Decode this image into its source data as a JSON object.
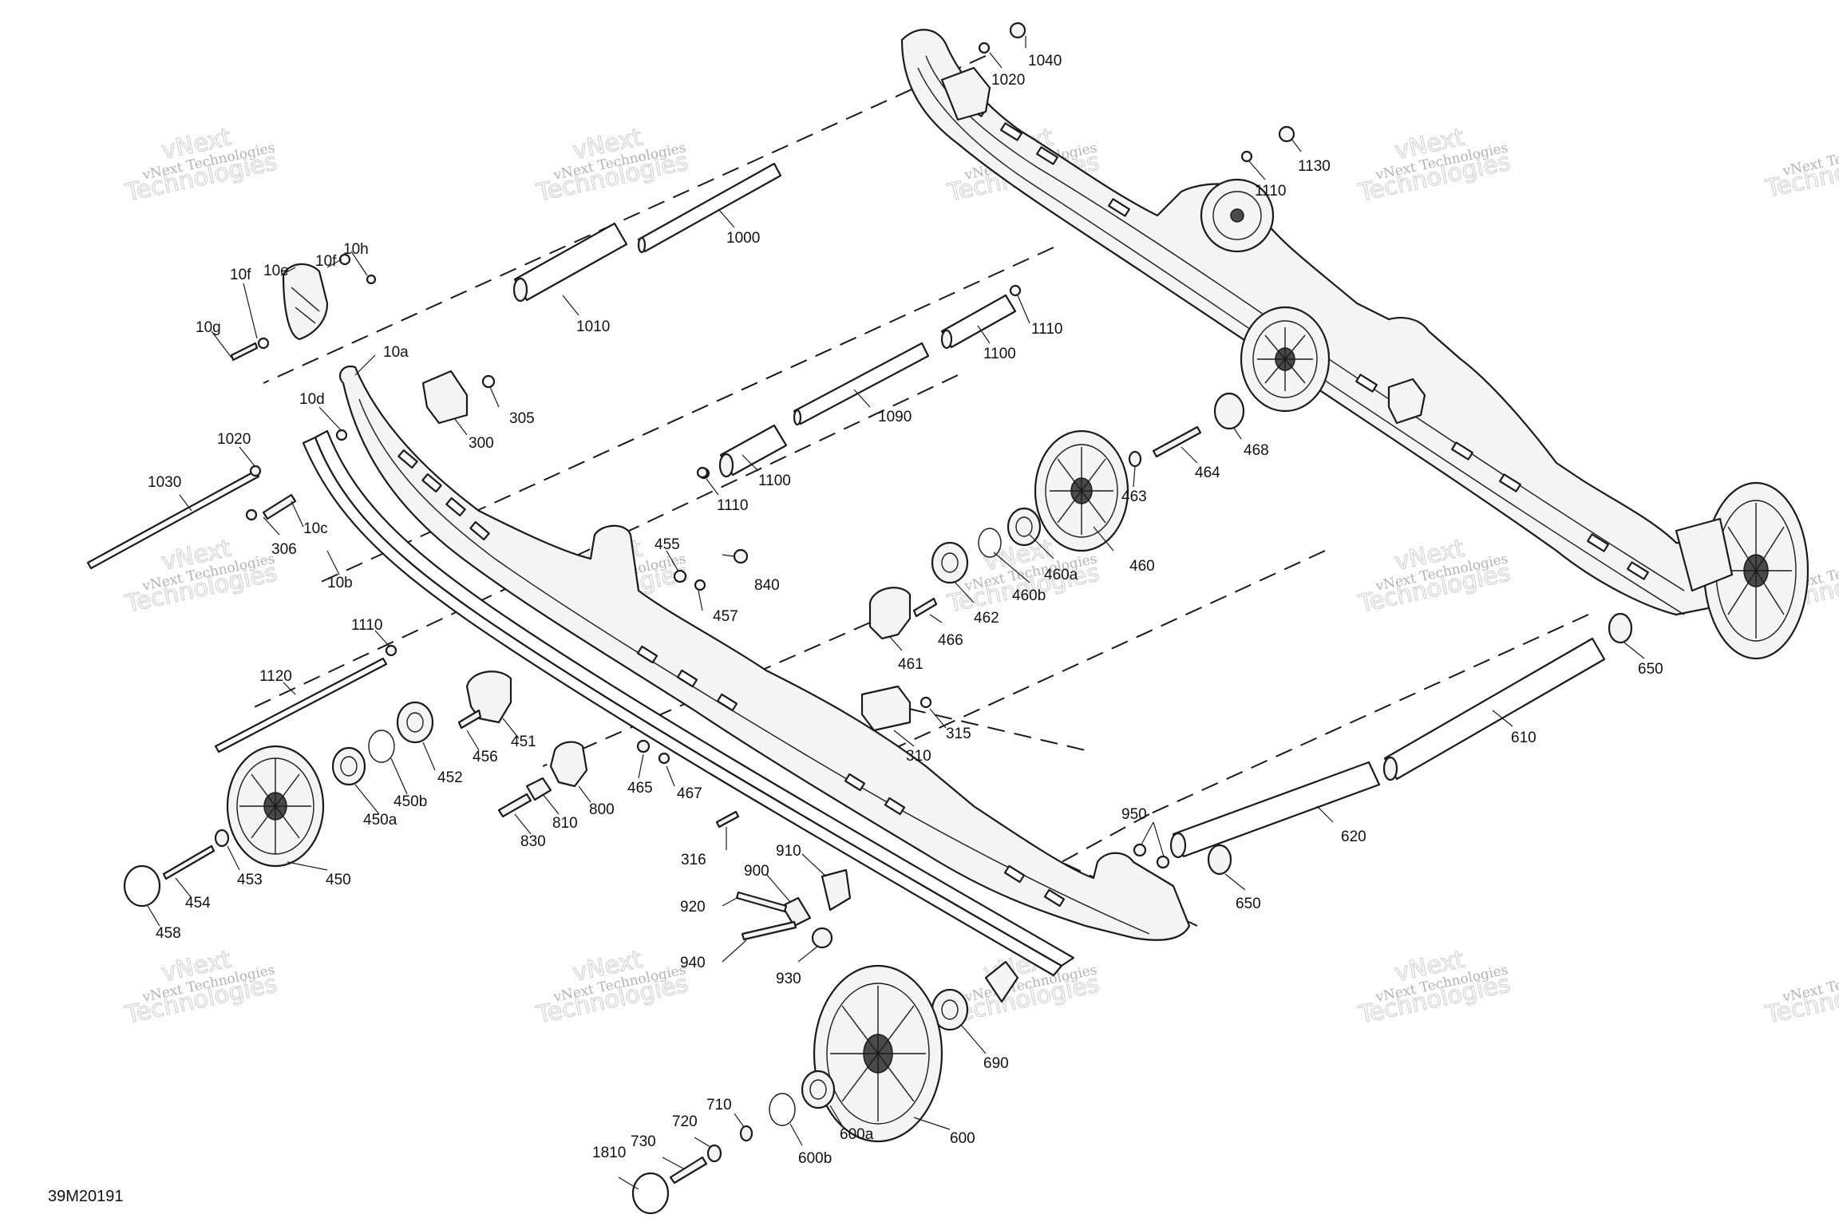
{
  "diagram": {
    "reference_code": "39M20191",
    "watermark": {
      "line1": "vNext Technologies",
      "line2": "Technologies",
      "line3": "vNext"
    },
    "callouts": [
      {
        "id": "c1040",
        "label": "1040"
      },
      {
        "id": "c1020a",
        "label": "1020"
      },
      {
        "id": "c1130",
        "label": "1130"
      },
      {
        "id": "c1110a",
        "label": "1110"
      },
      {
        "id": "c1000",
        "label": "1000"
      },
      {
        "id": "c1010",
        "label": "1010"
      },
      {
        "id": "c1110b",
        "label": "1110"
      },
      {
        "id": "c1100a",
        "label": "1100"
      },
      {
        "id": "c1090",
        "label": "1090"
      },
      {
        "id": "c1100b",
        "label": "1100"
      },
      {
        "id": "c1110c",
        "label": "1110"
      },
      {
        "id": "c468",
        "label": "468"
      },
      {
        "id": "c464",
        "label": "464"
      },
      {
        "id": "c463",
        "label": "463"
      },
      {
        "id": "c460",
        "label": "460"
      },
      {
        "id": "c460a",
        "label": "460a"
      },
      {
        "id": "c460b",
        "label": "460b"
      },
      {
        "id": "c462",
        "label": "462"
      },
      {
        "id": "c466",
        "label": "466"
      },
      {
        "id": "c461",
        "label": "461"
      },
      {
        "id": "c650a",
        "label": "650"
      },
      {
        "id": "c610",
        "label": "610"
      },
      {
        "id": "c620",
        "label": "620"
      },
      {
        "id": "c650b",
        "label": "650"
      },
      {
        "id": "c950",
        "label": "950"
      },
      {
        "id": "c10e",
        "label": "10e"
      },
      {
        "id": "c10f1",
        "label": "10f"
      },
      {
        "id": "c10h",
        "label": "10h"
      },
      {
        "id": "c10f2",
        "label": "10f"
      },
      {
        "id": "c10g",
        "label": "10g"
      },
      {
        "id": "c10a",
        "label": "10a"
      },
      {
        "id": "c305",
        "label": "305"
      },
      {
        "id": "c300",
        "label": "300"
      },
      {
        "id": "c10d",
        "label": "10d"
      },
      {
        "id": "c1020b",
        "label": "1020"
      },
      {
        "id": "c1030",
        "label": "1030"
      },
      {
        "id": "c306",
        "label": "306"
      },
      {
        "id": "c10c",
        "label": "10c"
      },
      {
        "id": "c10b",
        "label": "10b"
      },
      {
        "id": "c455",
        "label": "455"
      },
      {
        "id": "c840",
        "label": "840"
      },
      {
        "id": "c457",
        "label": "457"
      },
      {
        "id": "c1110d",
        "label": "1110"
      },
      {
        "id": "c1120",
        "label": "1120"
      },
      {
        "id": "c451",
        "label": "451"
      },
      {
        "id": "c456",
        "label": "456"
      },
      {
        "id": "c452",
        "label": "452"
      },
      {
        "id": "c450b",
        "label": "450b"
      },
      {
        "id": "c450a",
        "label": "450a"
      },
      {
        "id": "c453",
        "label": "453"
      },
      {
        "id": "c450",
        "label": "450"
      },
      {
        "id": "c454",
        "label": "454"
      },
      {
        "id": "c458",
        "label": "458"
      },
      {
        "id": "c800",
        "label": "800"
      },
      {
        "id": "c810",
        "label": "810"
      },
      {
        "id": "c830",
        "label": "830"
      },
      {
        "id": "c465",
        "label": "465"
      },
      {
        "id": "c467",
        "label": "467"
      },
      {
        "id": "c310",
        "label": "310"
      },
      {
        "id": "c315",
        "label": "315"
      },
      {
        "id": "c316",
        "label": "316"
      },
      {
        "id": "c910",
        "label": "910"
      },
      {
        "id": "c900",
        "label": "900"
      },
      {
        "id": "c920",
        "label": "920"
      },
      {
        "id": "c940",
        "label": "940"
      },
      {
        "id": "c930",
        "label": "930"
      },
      {
        "id": "c690",
        "label": "690"
      },
      {
        "id": "c600",
        "label": "600"
      },
      {
        "id": "c600a",
        "label": "600a"
      },
      {
        "id": "c600b",
        "label": "600b"
      },
      {
        "id": "c710",
        "label": "710"
      },
      {
        "id": "c720",
        "label": "720"
      },
      {
        "id": "c730",
        "label": "730"
      },
      {
        "id": "c1810",
        "label": "1810"
      }
    ]
  }
}
